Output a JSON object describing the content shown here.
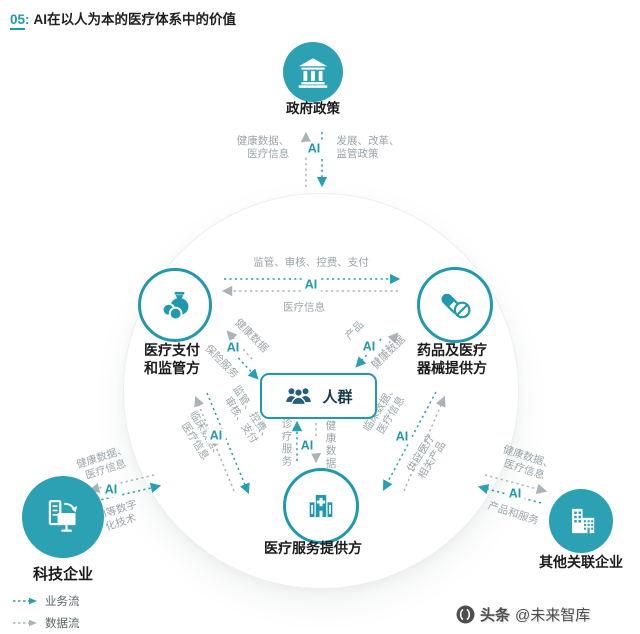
{
  "title": {
    "number": "05",
    "colon": ":",
    "text": "AI在以人为本的医疗体系中的价值"
  },
  "nodes": {
    "government": {
      "label": "政府政策",
      "icon": "bank-icon"
    },
    "payer": {
      "label1": "医疗支付",
      "label2": "和监管方",
      "icon": "money-bag-icon"
    },
    "pharma": {
      "label1": "药品及医疗",
      "label2": "器械提供方",
      "icon": "pills-icon"
    },
    "people": {
      "label": "人群",
      "icon": "people-icon"
    },
    "provider": {
      "label": "医疗服务提供方",
      "icon": "hospital-icon"
    },
    "tech": {
      "label": "科技企业",
      "icon": "computer-icon"
    },
    "other": {
      "label": "其他关联企业",
      "icon": "buildings-icon"
    }
  },
  "flows": {
    "government": {
      "data1": "健康数据、",
      "data2": "医疗信息",
      "ai": "AI",
      "biz1": "发展、改革、",
      "biz2": "监管政策"
    },
    "payer_pharma": {
      "biz": "监管、审核、控费、支付",
      "ai": "AI",
      "data": "医疗信息"
    },
    "payer_people": {
      "data": "健康数据",
      "ai": "AI",
      "biz": "保险服务"
    },
    "pharma_people": {
      "biz": "产品",
      "ai": "AI",
      "data": "健康数据"
    },
    "payer_provider": {
      "biz1": "监管、控费、",
      "biz2": "审核、支付",
      "ai": "AI",
      "data1": "临床数据、",
      "data2": "医疗信息"
    },
    "pharma_provider": {
      "data1": "临床数据、",
      "data2": "医疗信息",
      "ai": "AI",
      "biz1": "供应医疗",
      "biz2": "相关产品"
    },
    "people_provider": {
      "biz": "诊疗服务",
      "ai": "AI",
      "data": "健康数据"
    },
    "tech": {
      "data1": "健康数据、",
      "data2": "医疗信息",
      "ai": "AI",
      "biz1": "AI等数字",
      "biz2": "化技术"
    },
    "other": {
      "data1": "健康数据、",
      "data2": "医疗信息",
      "ai": "AI",
      "biz": "产品和服务"
    }
  },
  "legend": {
    "business": "业务流",
    "data": "数据流"
  },
  "watermark": {
    "brand": "头条",
    "handle": "@未来智库"
  },
  "colors": {
    "accent": "#2199ad",
    "accent_fill": "#2ba1b3",
    "gray_text": "#9aa5ab",
    "gray_line": "#a9b4b8",
    "dark_text": "#1b1b1b",
    "people_icon": "#25617c"
  }
}
